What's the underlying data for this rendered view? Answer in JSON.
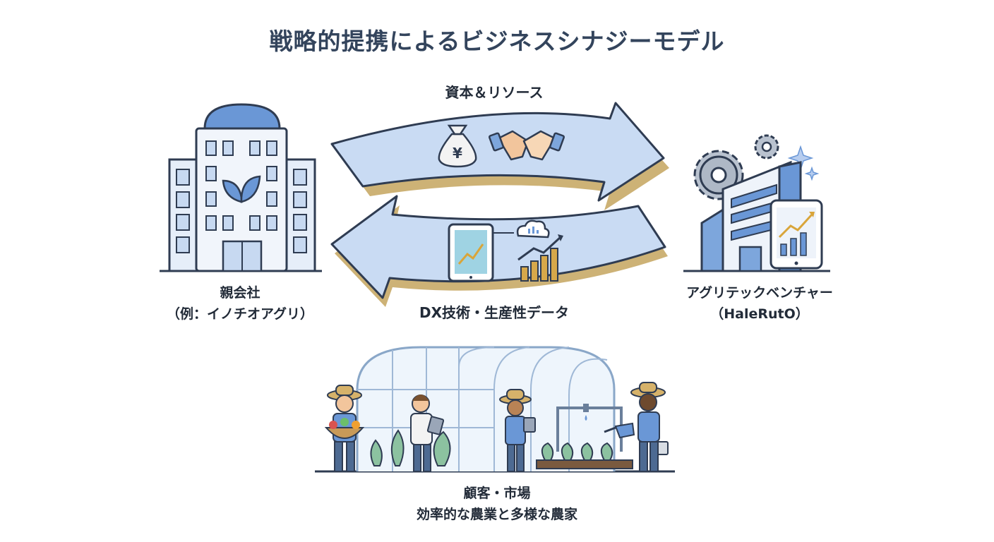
{
  "title": "戦略的提携によるビジネスシナジーモデル",
  "top_flow": {
    "label": "資本＆リソース",
    "icons": [
      "money-bag-icon",
      "handshake-icon"
    ]
  },
  "bottom_flow": {
    "label": "DX技術・生産性データ",
    "icons": [
      "tablet-chart-icon",
      "cloud-icon",
      "bar-chart-icon"
    ]
  },
  "parent": {
    "line1": "親会社",
    "line2": "（例：イノチオアグリ）",
    "icon": "office-building-leaf-icon",
    "currency": "¥"
  },
  "venture": {
    "line1": "アグリテックベンチャー",
    "line2": "（HaleRutO）",
    "icon": "tech-building-gear-icon"
  },
  "customers": {
    "line1": "顧客・市場",
    "line2": "効率的な農業と多様な農家",
    "icon": "greenhouse-farmers-icon"
  },
  "colors": {
    "arrow_fill": "#c9dbf3",
    "arrow_stroke": "#2f3c52",
    "arrow_shadow": "#cdb276",
    "accent_blue": "#6a97d6",
    "gold": "#c99a3a"
  }
}
